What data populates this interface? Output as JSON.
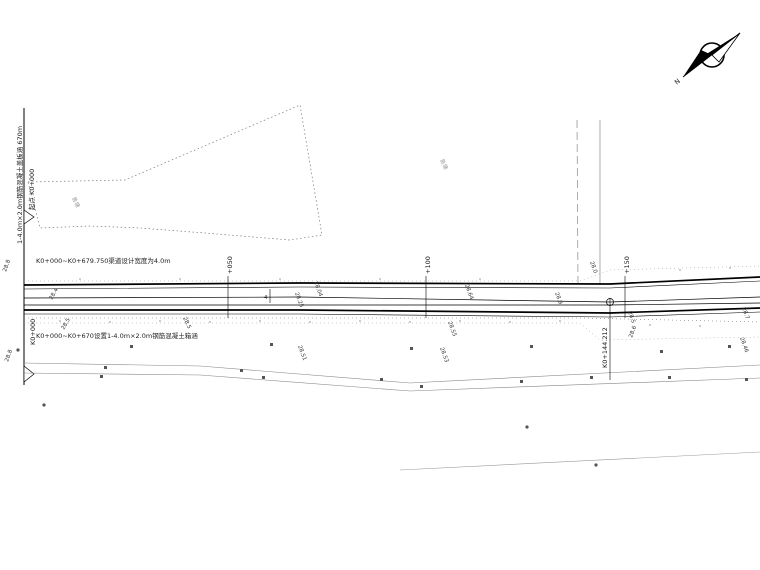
{
  "compass": {
    "north_label": "N"
  },
  "vertical_labels": {
    "start_point": "起点 K0+000",
    "left_culvert": "1-4.0m×2.0m钢筋混凝土盖板涵 670m",
    "k0_mark": "K0+000",
    "end_station": "K0+144.212"
  },
  "design_notes": {
    "top": "K0+000~K0+679.750渠道设计宽度为4.0m",
    "bottom": "K0+000~K0+670设置1-4.0m×2.0m钢筋混凝土箱涵"
  },
  "stations": [
    "+050",
    "+100",
    "+150"
  ],
  "width_mark": "4",
  "area_labels": [
    "鱼塘",
    "鱼塘"
  ],
  "elevations": [
    "28.8",
    "28.4",
    "28.5",
    "28.5",
    "28.25",
    "28.51",
    "28.55",
    "28.53",
    "28.64",
    "28.9",
    "28.5",
    "28.6",
    "28.7",
    "28.46",
    "28.8",
    "28.0",
    "28.04"
  ]
}
